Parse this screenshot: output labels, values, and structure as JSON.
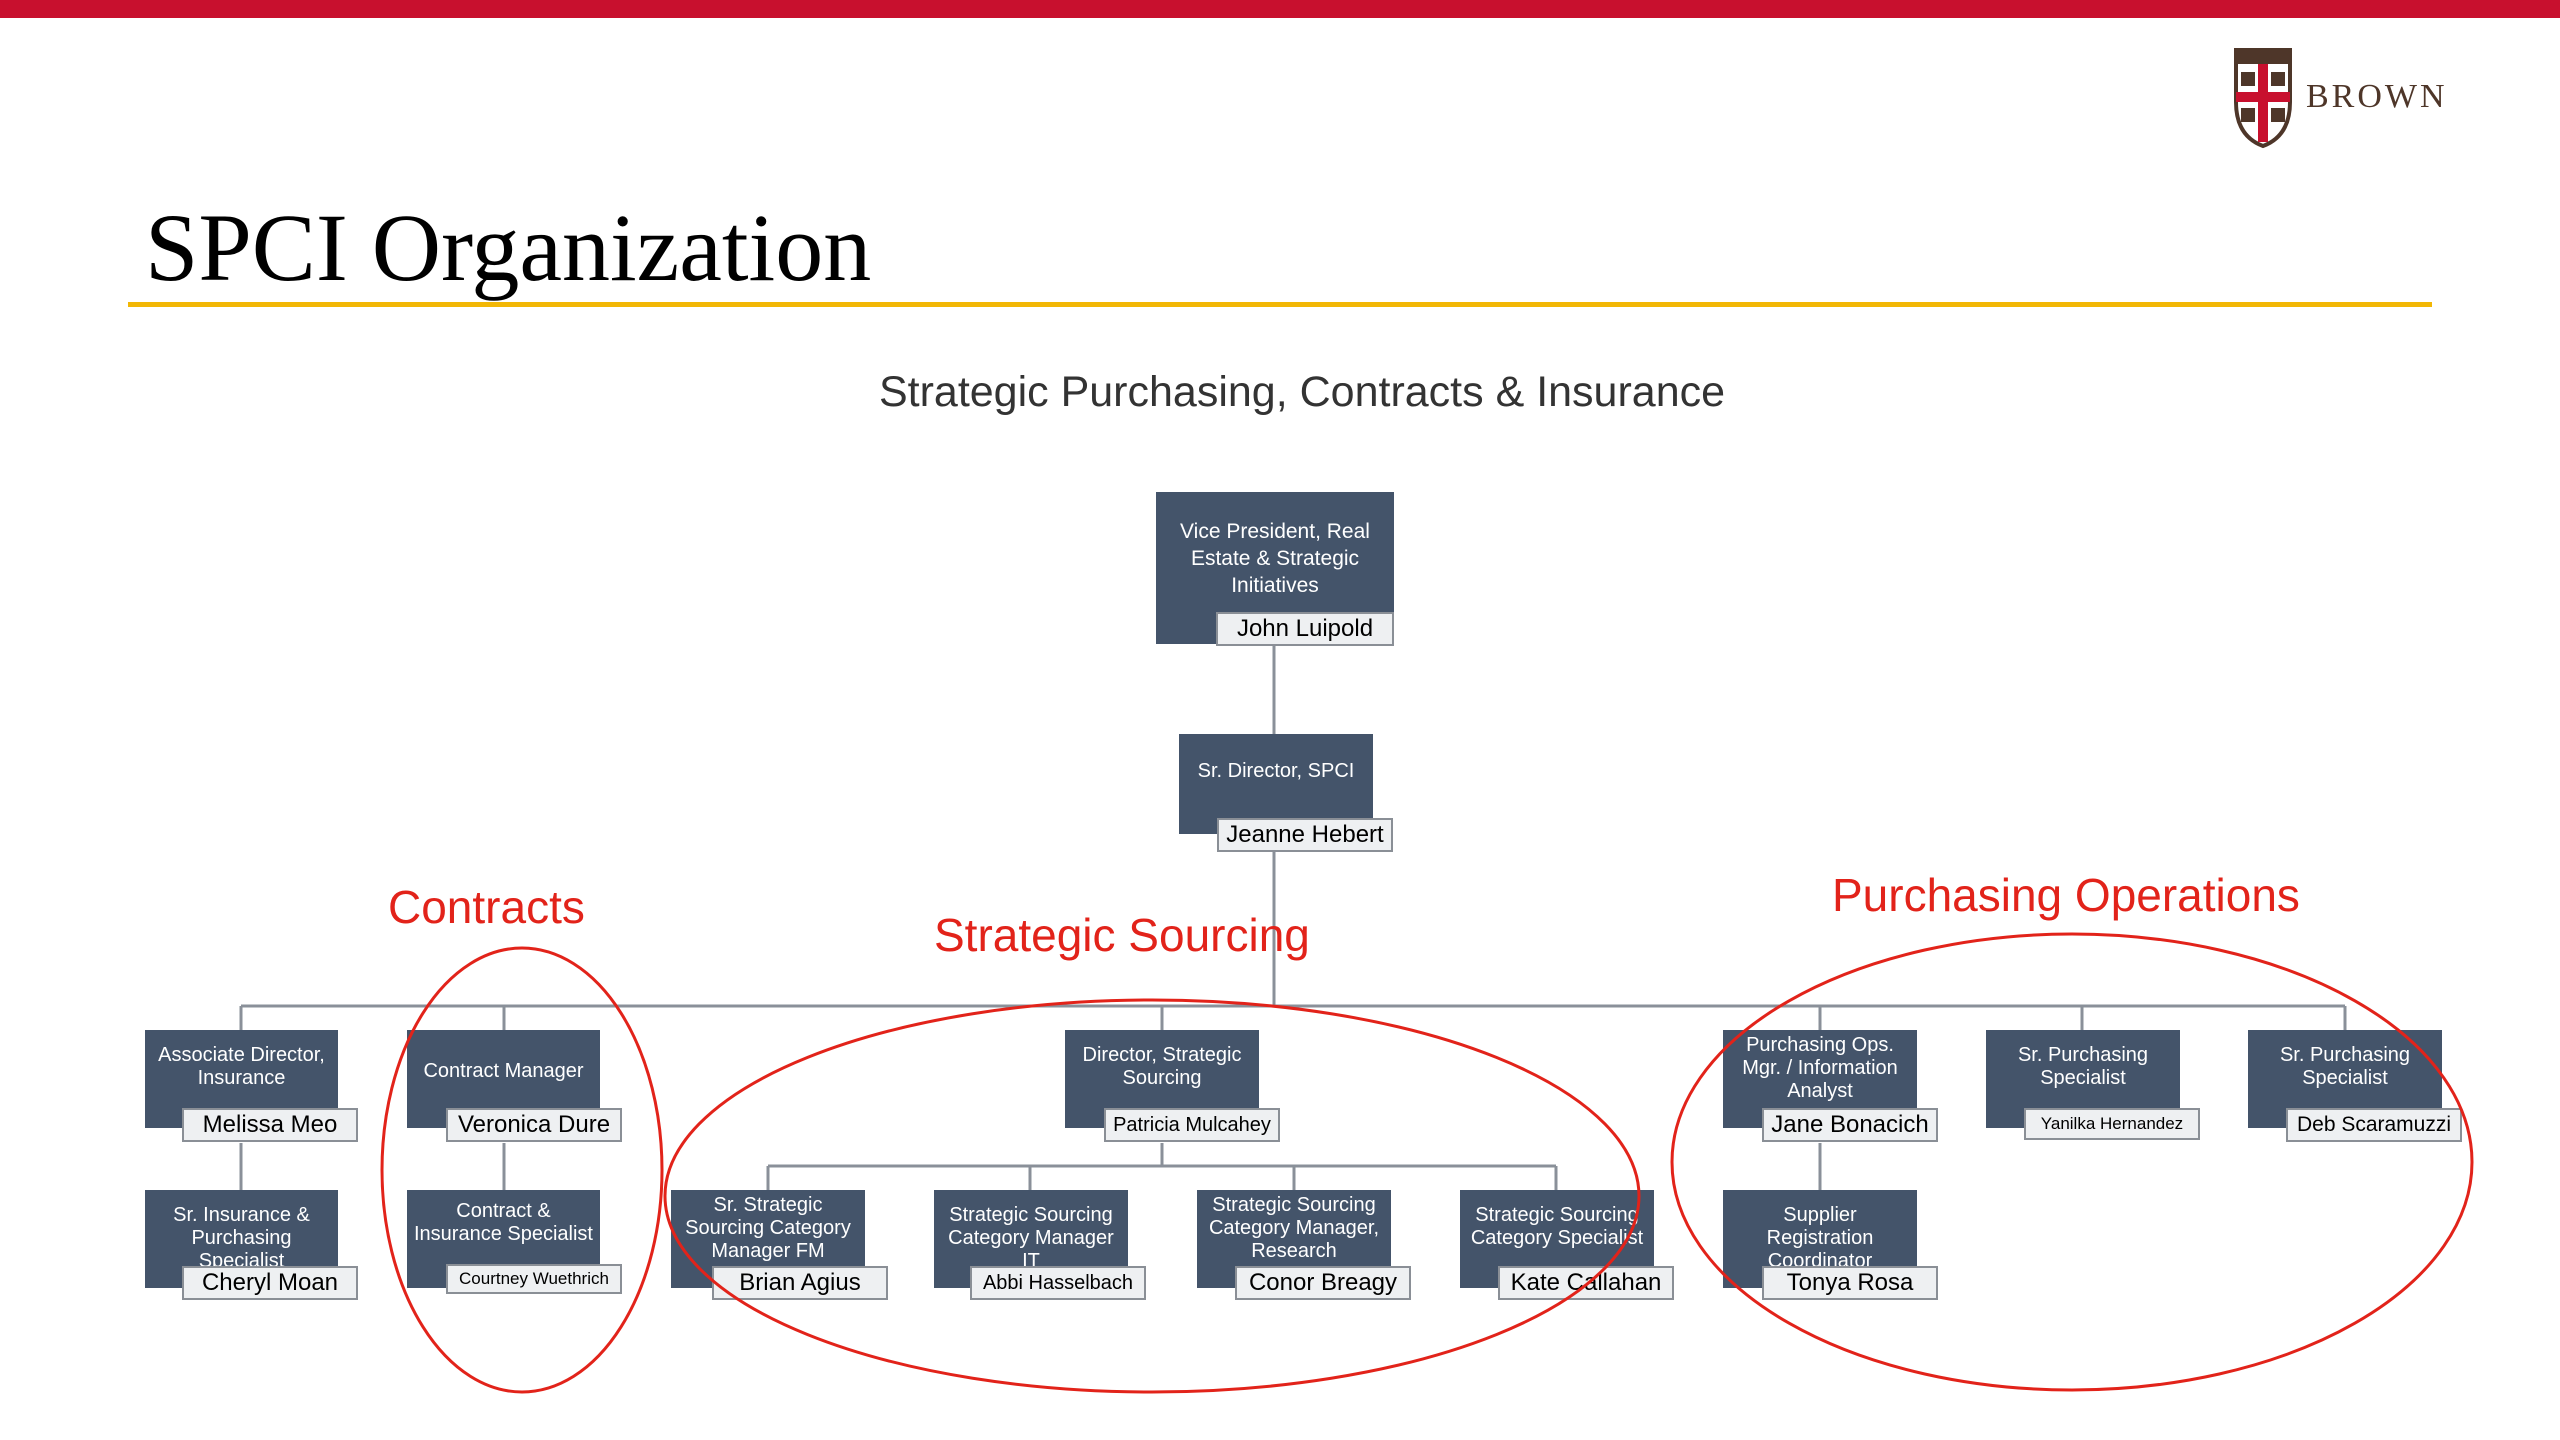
{
  "header": {
    "logo_text": "BROWN",
    "title": "SPCI Organization"
  },
  "chart": {
    "subtitle": "Strategic Purchasing, Contracts & Insurance"
  },
  "colors": {
    "topbar": "#c8102e",
    "rule": "#f2b705",
    "node": "#44546a",
    "annotation": "#e2231a"
  },
  "nodes": {
    "vp": {
      "role": "Vice President, Real Estate & Strategic Initiatives",
      "name": "John Luipold"
    },
    "srdir": {
      "role": "Sr. Director, SPCI",
      "name": "Jeanne Hebert"
    },
    "assoc": {
      "role": "Associate Director, Insurance",
      "name": "Melissa Meo"
    },
    "srins": {
      "role": "Sr. Insurance & Purchasing Specialist",
      "name": "Cheryl Moan"
    },
    "cmgr": {
      "role": "Contract Manager",
      "name": "Veronica Dure"
    },
    "cins": {
      "role": "Contract & Insurance Specialist",
      "name": "Courtney Wuethrich"
    },
    "dirss": {
      "role": "Director, Strategic Sourcing",
      "name": "Patricia Mulcahey"
    },
    "ss1": {
      "role": "Sr. Strategic Sourcing Category Manager FM",
      "name": "Brian Agius"
    },
    "ss2": {
      "role": "Strategic Sourcing Category Manager IT",
      "name": "Abbi Hasselbach"
    },
    "ss3": {
      "role": "Strategic Sourcing Category Manager, Research",
      "name": "Conor Breagy"
    },
    "ss4": {
      "role": "Strategic Sourcing Category Specialist",
      "name": "Kate Callahan"
    },
    "pops": {
      "role": "Purchasing Ops. Mgr. / Information Analyst",
      "name": "Jane Bonacich"
    },
    "supreg": {
      "role": "Supplier Registration Coordinator",
      "name": "Tonya Rosa"
    },
    "sp1": {
      "role": "Sr. Purchasing Specialist",
      "name": "Yanilka Hernandez"
    },
    "sp2": {
      "role": "Sr. Purchasing Specialist",
      "name": "Deb Scaramuzzi"
    }
  },
  "annotations": {
    "contracts": "Contracts",
    "strategic": "Strategic Sourcing",
    "purchasing": "Purchasing Operations"
  }
}
